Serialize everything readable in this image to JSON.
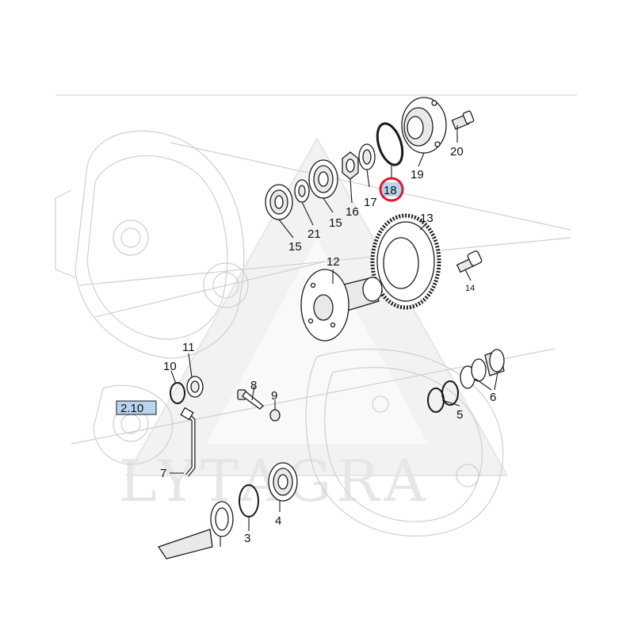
{
  "diagram": {
    "watermark": "LYTAGRA",
    "highlight_color": "#e0192a",
    "label_bg_color": "#b9d4ef",
    "highlighted_part": "18",
    "section_ref": "2.10",
    "labels": {
      "p3": "3",
      "p4": "4",
      "p5": "5",
      "p6": "6",
      "p7": "7",
      "p8": "8",
      "p9": "9",
      "p10": "10",
      "p11": "11",
      "p12": "12",
      "p13": "13",
      "p14": "14",
      "p15a": "15",
      "p15b": "15",
      "p16": "16",
      "p17": "17",
      "p18": "18",
      "p19": "19",
      "p20": "20",
      "p21": "21"
    }
  }
}
